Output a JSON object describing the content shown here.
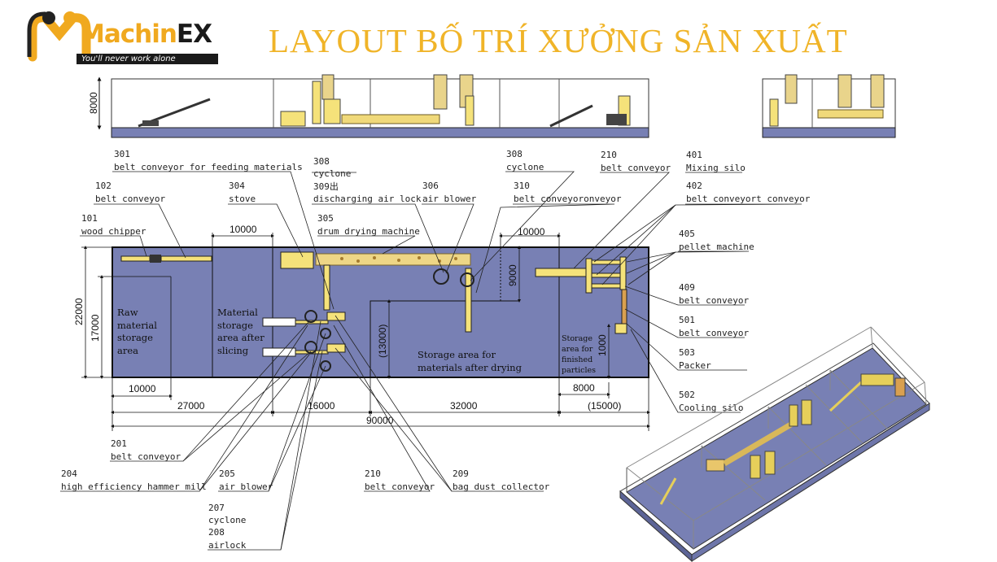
{
  "header": {
    "logo_name": "MachinEX",
    "logo_tagline": "You'll never work alone",
    "title": "LAYOUT BỐ TRÍ XƯỞNG SẢN XUẤT"
  },
  "colors": {
    "floor": "#7880b4",
    "machine": "#f5e27a",
    "title": "#f0b428",
    "logo": "#f0a91f"
  },
  "elevation": {
    "height_label": "8000"
  },
  "areas": {
    "raw": [
      "Raw",
      "material",
      "storage",
      "area"
    ],
    "material": [
      "Material",
      "storage",
      "area after",
      "slicing"
    ],
    "dried": [
      "Storage area for",
      "materials after drying"
    ],
    "finished": [
      "Storage",
      "area for",
      "finished",
      "particles"
    ]
  },
  "dimensions": {
    "d10000_top": "10000",
    "d10000_right": "10000",
    "d22000": "22000",
    "d17000": "17000",
    "d9000": "9000",
    "d13000": "(13000)",
    "d1000": "1000",
    "d10000_bottom": "10000",
    "d8000": "8000",
    "d27000": "27000",
    "d16000": "16000",
    "d32000": "32000",
    "d15000": "(15000)",
    "d90000": "90000"
  },
  "labels": {
    "l301_num": "301",
    "l301_text": "belt conveyor for feeding materials",
    "l308a_num": "308",
    "l308a_text": "cyclone",
    "l309_num": "309出",
    "l309_text": "discharging air lock",
    "l308b_num": "308",
    "l308b_text": "cyclone",
    "l210a_num": "210",
    "l210a_text": "belt conveyor",
    "l401_num": "401",
    "l401_text": "Mixing silo",
    "l102_num": "102",
    "l102_text": "belt conveyor",
    "l304_num": "304",
    "l304_text": "stove",
    "l306_num": "306",
    "l306_text": "air blower",
    "l310_num": "310",
    "l310_text": "belt conveyoronveyor",
    "l402_num": "402",
    "l402_text": "belt conveyort conveyor",
    "l101_num": "101",
    "l101_text": "wood chipper",
    "l305_num": "305",
    "l305_text": "drum drying machine",
    "l405_num": "405",
    "l405_text": "pellet machine",
    "l409_num": "409",
    "l409_text": "belt conveyor",
    "l501_num": "501",
    "l501_text": "belt conveyor",
    "l503_num": "503",
    "l503_text": "Packer",
    "l502_num": "502",
    "l502_text": "Cooling silo",
    "l201_num": "201",
    "l201_text": "belt conveyor",
    "l204_num": "204",
    "l204_text": "high efficiency hammer mill",
    "l205_num": "205",
    "l205_text": "air blower",
    "l210b_num": "210",
    "l210b_text": "belt conveyor",
    "l209_num": "209",
    "l209_text": "bag dust collector",
    "l207_num": "207",
    "l207_text": "cyclone",
    "l208_num": "208",
    "l208_text": "airlock"
  }
}
